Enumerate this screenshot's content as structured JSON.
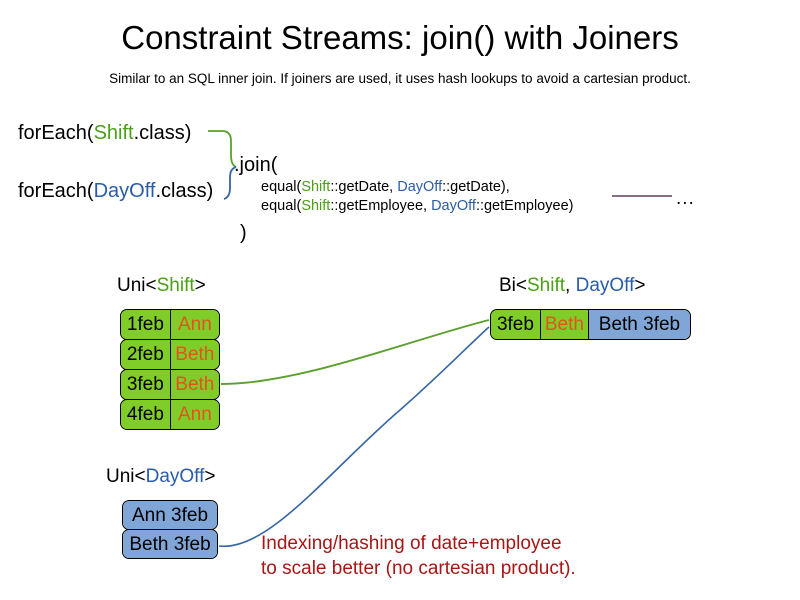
{
  "slide": {
    "title": "Constraint Streams: join() with Joiners",
    "subtitle": "Similar to an SQL inner join. If joiners are used, it uses hash lookups to avoid a cartesian product."
  },
  "code": {
    "foreach_shift": {
      "prefix": "forEach(",
      "type": "Shift",
      "suffix": ".class)"
    },
    "foreach_dayoff": {
      "prefix": "forEach(",
      "type": "DayOff",
      "suffix": ".class)"
    },
    "join_open": ".join(",
    "join_close": ")",
    "joiners": [
      {
        "prefix": "equal(",
        "left_type": "Shift",
        "left_method": "::getDate, ",
        "right_type": "DayOff",
        "right_method": "::getDate),"
      },
      {
        "prefix": "equal(",
        "left_type": "Shift",
        "left_method": "::getEmployee, ",
        "right_type": "DayOff",
        "right_method": "::getEmployee)"
      }
    ],
    "ellipsis": "..."
  },
  "streams": {
    "uni_shift": {
      "header": {
        "prefix": "Uni<",
        "type": "Shift",
        "suffix": ">"
      },
      "rows": [
        {
          "date": "1feb",
          "employee": "Ann"
        },
        {
          "date": "2feb",
          "employee": "Beth"
        },
        {
          "date": "3feb",
          "employee": "Beth"
        },
        {
          "date": "4feb",
          "employee": "Ann"
        }
      ]
    },
    "uni_dayoff": {
      "header": {
        "prefix": "Uni<",
        "type": "DayOff",
        "suffix": ">"
      },
      "rows": [
        {
          "label": "Ann 3feb"
        },
        {
          "label": "Beth 3feb"
        }
      ]
    },
    "bi": {
      "header": {
        "prefix": "Bi<",
        "type_a": "Shift",
        "separator": ", ",
        "type_b": "DayOff",
        "suffix": ">"
      },
      "row": {
        "date": "3feb",
        "employee": "Beth",
        "dayoff": "Beth 3feb"
      }
    }
  },
  "annotation": {
    "line1": "Indexing/hashing of date+employee",
    "line2": "to scale better (no cartesian product)."
  },
  "colors": {
    "shift_green": "#4aa016",
    "dayoff_blue": "#2a5caa",
    "box_green": "#80cc28",
    "box_blue": "#80a6d8",
    "employee_orange": "#e2541e",
    "annotation_red": "#a81616",
    "connector_green": "#5aa02c",
    "connector_blue": "#3465a4",
    "ellipsis_line_purple": "#7a5a78"
  }
}
